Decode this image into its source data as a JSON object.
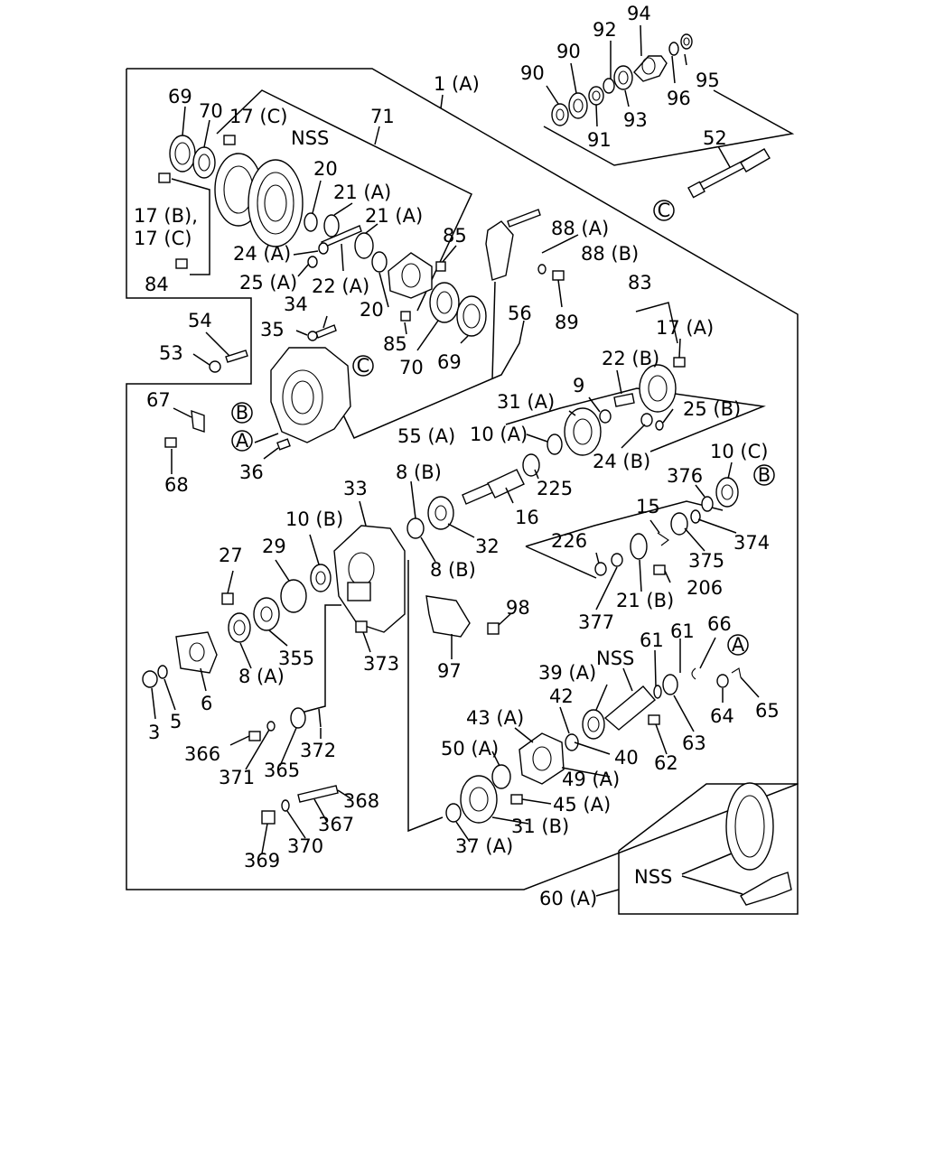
{
  "labels": {
    "l_1a": "1 (A)",
    "l_94": "94",
    "l_92": "92",
    "l_90a": "90",
    "l_90b": "90",
    "l_95": "95",
    "l_96": "96",
    "l_93": "93",
    "l_91": "91",
    "l_52": "52",
    "l_69a": "69",
    "l_70a": "70",
    "l_17c": "17 (C)",
    "l_71": "71",
    "l_nss1": "NSS",
    "l_20a": "20",
    "l_21a1": "21 (A)",
    "l_21a2": "21 (A)",
    "l_17bc1": "17 (B),",
    "l_17bc2": "17 (C)",
    "l_24a": "24 (A)",
    "l_85a": "85",
    "l_88a": "88 (A)",
    "l_88b": "88 (B)",
    "l_25a": "25 (A)",
    "l_22a": "22 (A)",
    "l_84": "84",
    "l_20b": "20",
    "l_85b": "85",
    "l_70b": "70",
    "l_69b": "69",
    "l_56": "56",
    "l_89": "89",
    "l_83": "83",
    "l_17a": "17 (A)",
    "l_54": "54",
    "l_53": "53",
    "l_34": "34",
    "l_35": "35",
    "l_22b": "22 (B)",
    "l_9": "9",
    "l_31a": "31 (A)",
    "l_25b": "25 (B)",
    "l_10a": "10 (A)",
    "l_67": "67",
    "l_55a": "55 (A)",
    "l_24b": "24 (B)",
    "l_10c": "10 (C)",
    "l_36": "36",
    "l_68": "68",
    "l_8b1": "8 (B)",
    "l_33": "33",
    "l_225": "225",
    "l_376": "376",
    "l_16": "16",
    "l_15": "15",
    "l_374": "374",
    "l_10b": "10 (B)",
    "l_226": "226",
    "l_375": "375",
    "l_32": "32",
    "l_27": "27",
    "l_29": "29",
    "l_8b2": "8 (B)",
    "l_206": "206",
    "l_21b": "21 (B)",
    "l_98": "98",
    "l_377": "377",
    "l_61a": "61",
    "l_66": "66",
    "l_355": "355",
    "l_8a": "8 (A)",
    "l_373": "373",
    "l_97": "97",
    "l_61b": "61",
    "l_nss2": "NSS",
    "l_39a": "39 (A)",
    "l_6": "6",
    "l_3": "3",
    "l_5": "5",
    "l_42": "42",
    "l_64": "64",
    "l_65": "65",
    "l_43a": "43 (A)",
    "l_63": "63",
    "l_366": "366",
    "l_372": "372",
    "l_40": "40",
    "l_50a": "50 (A)",
    "l_62": "62",
    "l_371": "371",
    "l_365": "365",
    "l_49a": "49 (A)",
    "l_368": "368",
    "l_45a": "45 (A)",
    "l_367": "367",
    "l_31b": "31 (B)",
    "l_369": "369",
    "l_370": "370",
    "l_37a": "37 (A)",
    "l_nss3": "NSS",
    "l_60a": "60 (A)"
  },
  "refs": {
    "ref_c1": "C",
    "ref_c2": "C",
    "ref_b1": "B",
    "ref_a1": "A",
    "ref_b2": "B",
    "ref_a2": "A"
  }
}
